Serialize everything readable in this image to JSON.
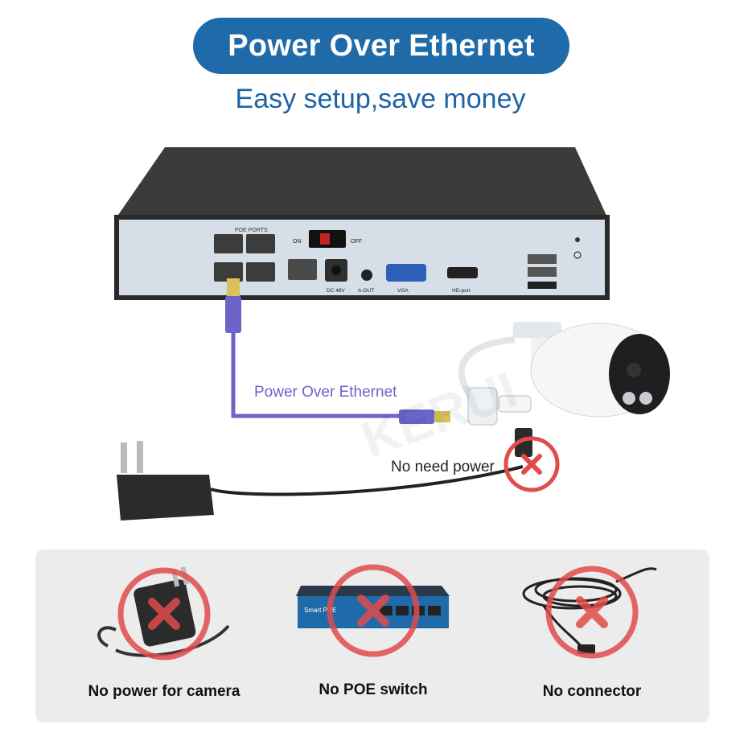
{
  "header": {
    "title": "Power Over Ethernet",
    "subtitle": "Easy setup,save money"
  },
  "diagram": {
    "cable_label": "Power Over Ethernet",
    "adapter_label": "No need power",
    "nvr_labels": {
      "poe_ports": "POE PORTS",
      "on": "ON",
      "off": "OFF",
      "dc": "DC 48V",
      "aout": "A-OUT",
      "vga": "VGA",
      "hdport": "HD-port"
    },
    "watermark": "KERUI"
  },
  "panel": {
    "items": [
      {
        "label": "No power for camera",
        "icon": "power-adapter-icon"
      },
      {
        "label": "No POE switch",
        "icon": "poe-switch-icon",
        "device_text": "Smart POE"
      },
      {
        "label": "No connector",
        "icon": "cable-connector-icon"
      }
    ]
  },
  "colors": {
    "title_bg": "#1f6aa8",
    "subtitle": "#1d64a5",
    "cable": "#6c64c9",
    "prohibit_red": "#e04b4b",
    "panel_bg": "#ececec"
  }
}
